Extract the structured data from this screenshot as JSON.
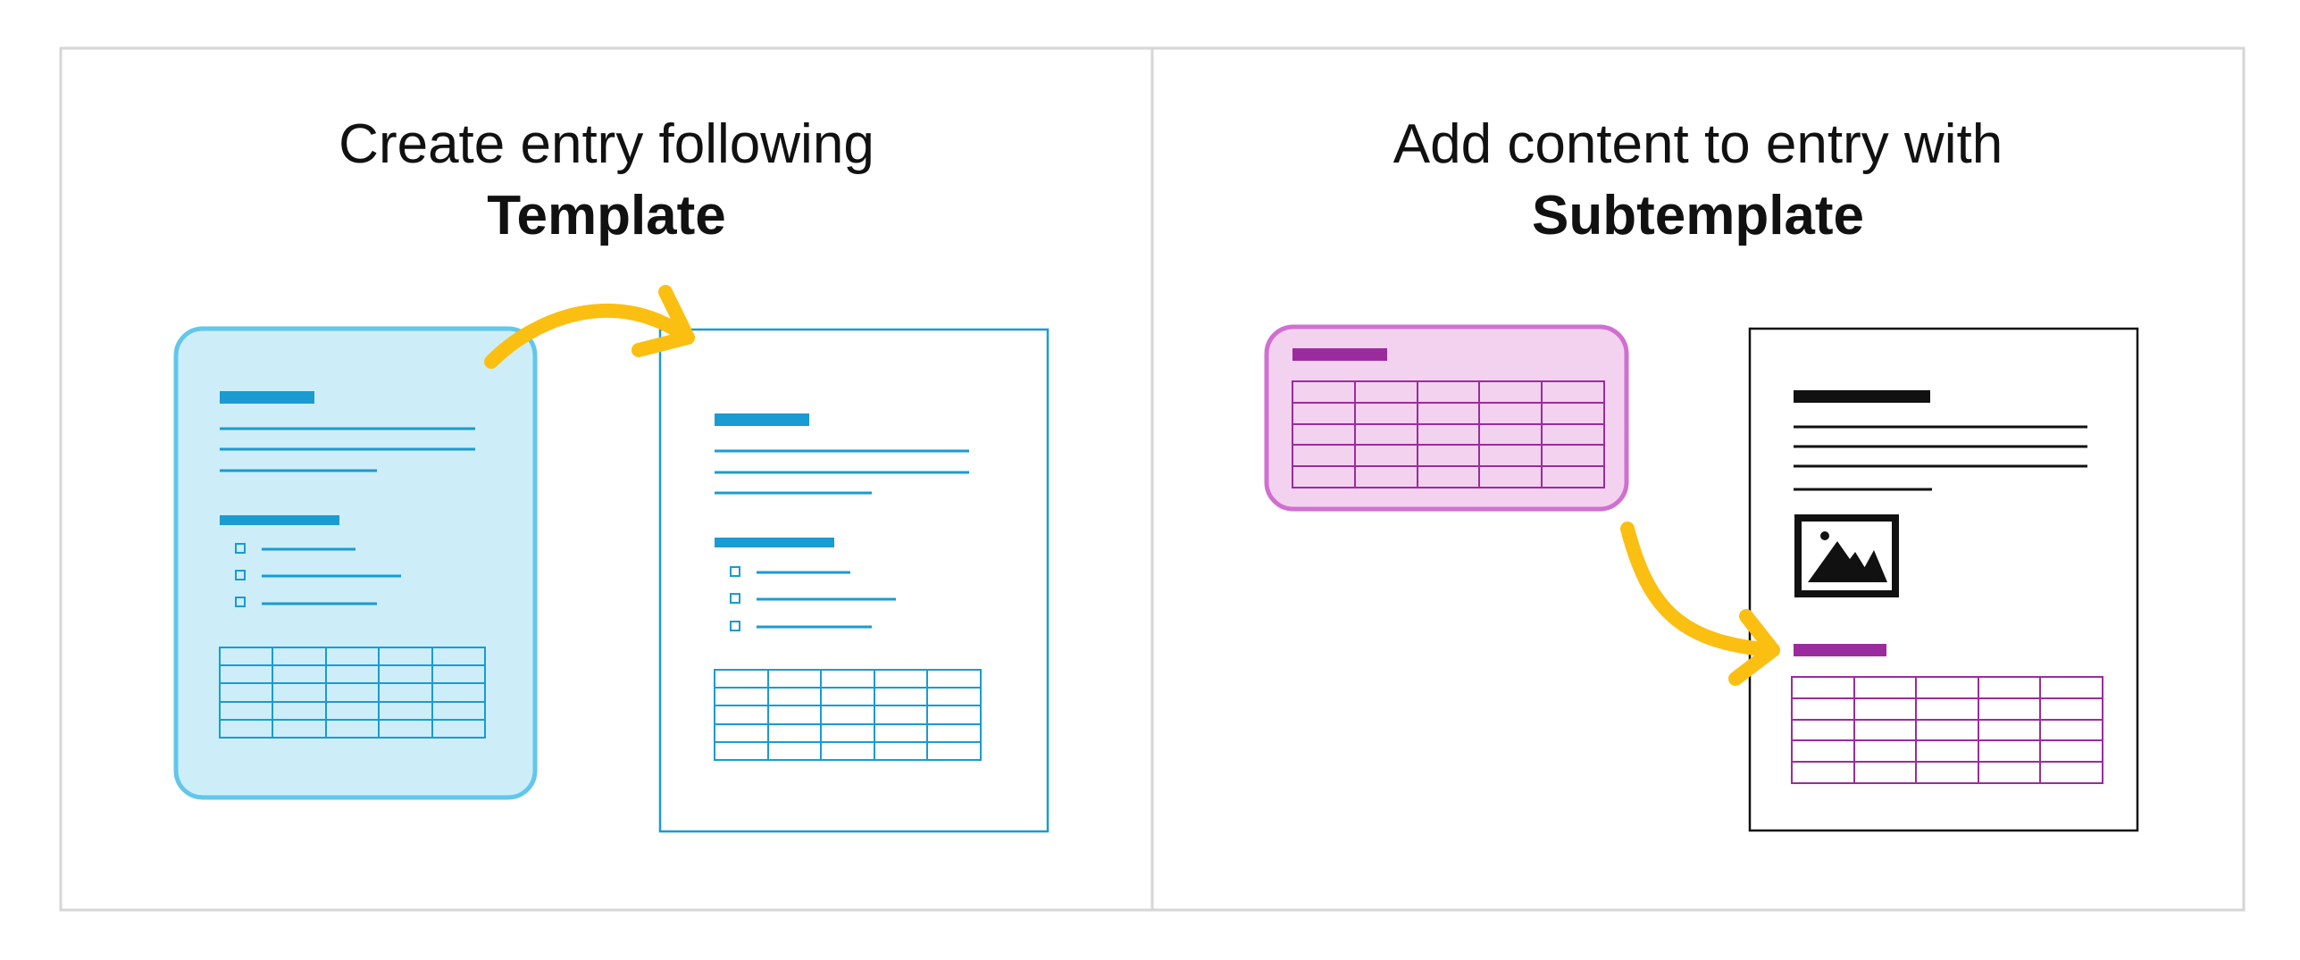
{
  "panels": [
    {
      "id": "template",
      "title_line1": "Create entry following",
      "title_line2": "Template"
    },
    {
      "id": "subtemplate",
      "title_line1": "Add content to entry with",
      "title_line2": "Subtemplate"
    }
  ],
  "colors": {
    "border": "#d6d6d6",
    "template_blue": "#1a9bd1",
    "template_fill": "#cdeef9",
    "template_outline": "#62c7ea",
    "subtemplate_magenta": "#9b2c9e",
    "subtemplate_fill": "#f3d2ef",
    "subtemplate_outline": "#d16fd1",
    "arrow": "#fbbf11",
    "document_black": "#111111"
  },
  "icons": [
    "image-icon",
    "curved-arrow-icon"
  ]
}
